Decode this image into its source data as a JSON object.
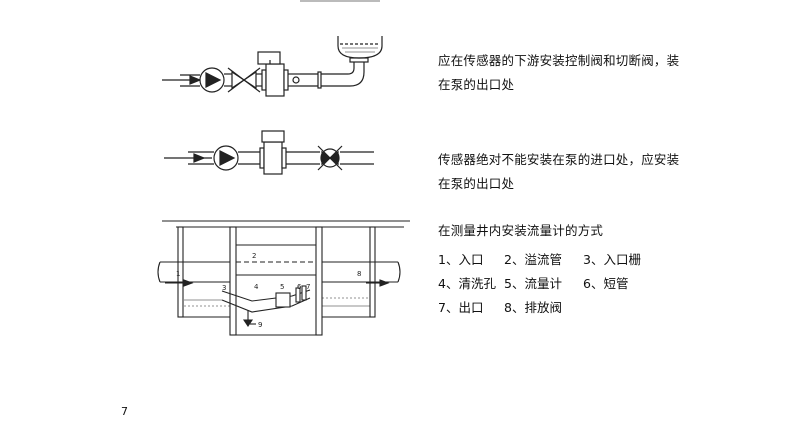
{
  "notes": [
    {
      "line1": "应在传感器的下游安装控制阀和切断阀，装",
      "line2": "在泵的出口处"
    },
    {
      "line1": "传感器绝对不能安装在泵的进口处，应安装",
      "line2": "在泵的出口处"
    }
  ],
  "well_section": {
    "title": "在测量井内安装流量计的方式",
    "legend": [
      "1、入口",
      "2、溢流管",
      "3、入口栅",
      "4、清洗孔",
      "5、流量计",
      "6、短管",
      "7、出口",
      "8、排放阀"
    ],
    "diagram_labels": [
      "1",
      "2",
      "3",
      "4",
      "5",
      "6",
      "7",
      "8",
      "9"
    ]
  },
  "page_number": "7"
}
